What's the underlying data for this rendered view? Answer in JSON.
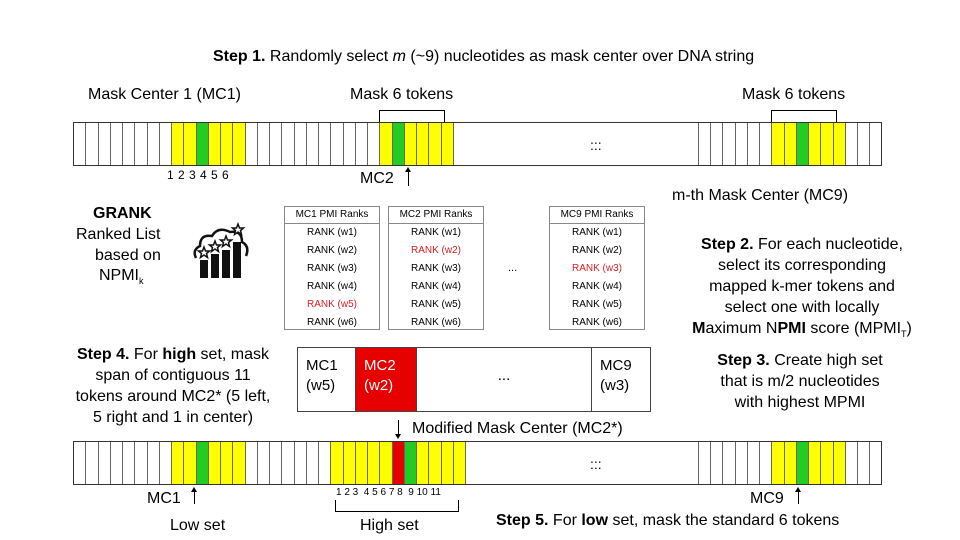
{
  "step1": {
    "bold": "Step 1.",
    "pre": " Randomly select ",
    "var": "m",
    "post": " (~9) nucleotides as mask center over DNA string"
  },
  "top_strip": {
    "mc1_label": "Mask Center 1 (MC1)",
    "mask6_a": "Mask 6 tokens",
    "mask6_b": "Mask 6 tokens",
    "ellipsis": ":::",
    "numbers": "1 2 3 4 5 6",
    "mc2_label": "MC2",
    "mth_label": "m-th Mask Center (MC9)"
  },
  "grank": {
    "title": "GRANK",
    "line1": "Ranked List",
    "line2": "based on",
    "line3": "NPMI",
    "sub": "k"
  },
  "pmi_tables": [
    {
      "header": "MC1 PMI Ranks",
      "rows": [
        "RANK (w1)",
        "RANK (w2)",
        "RANK (w3)",
        "RANK (w4)",
        "RANK (w5)",
        "RANK (w6)"
      ],
      "red_index": 4
    },
    {
      "header": "MC2 PMI Ranks",
      "rows": [
        "RANK (w1)",
        "RANK (w2)",
        "RANK (w3)",
        "RANK (w4)",
        "RANK (w5)",
        "RANK (w6)"
      ],
      "red_index": 1
    },
    {
      "header": "MC9 PMI Ranks",
      "rows": [
        "RANK (w1)",
        "RANK (w2)",
        "RANK (w3)",
        "RANK (w4)",
        "RANK (w5)",
        "RANK (w6)"
      ],
      "red_index": 2
    }
  ],
  "pmi_ellipsis": "...",
  "step2": {
    "bold": "Step 2.",
    "l1": " For each nucleotide,",
    "l2": "select its corresponding",
    "l3": "mapped k-mer tokens and",
    "l4": "select one with locally",
    "l5_b1": "M",
    "l5_t1": "aximum N",
    "l5_b2": "PMI",
    "l5_t2": " score (MPMI",
    "l5_sub": "T",
    "l5_end": ")"
  },
  "step3": {
    "bold": "Step 3.",
    "l1": " Create high set",
    "l2": "that is m/2 nucleotides",
    "l3": "with highest MPMI"
  },
  "step4": {
    "bold": "Step 4.",
    "l1_a": " For ",
    "l1_b": "high",
    "l1_c": " set, mask",
    "l2": "span of contiguous 11",
    "l3": "tokens around MC2* (5 left,",
    "l4": "5 right and 1 in center)"
  },
  "high_set_box": {
    "c1a": "MC1",
    "c1b": "(w5)",
    "c2a": "MC2",
    "c2b": "(w2)",
    "mid": "...",
    "c3a": "MC9",
    "c3b": "(w3)",
    "red": "#e60000"
  },
  "bottom_strip": {
    "modified": "Modified Mask Center (MC2*)",
    "ellipsis": ":::",
    "mc1": "MC1",
    "low_set": "Low set",
    "numbers": "1 2 3  4 5 6 7 8  9 10 11",
    "high_set": "High set",
    "mc9": "MC9"
  },
  "step5": {
    "bold": "Step 5.",
    "a": " For ",
    "b": "low",
    "c": " set, mask the standard 6 tokens"
  },
  "colors": {
    "yellow": "#ffff00",
    "green": "#22cc22",
    "red": "#e60000"
  },
  "icon": "ranking-chart-icon"
}
